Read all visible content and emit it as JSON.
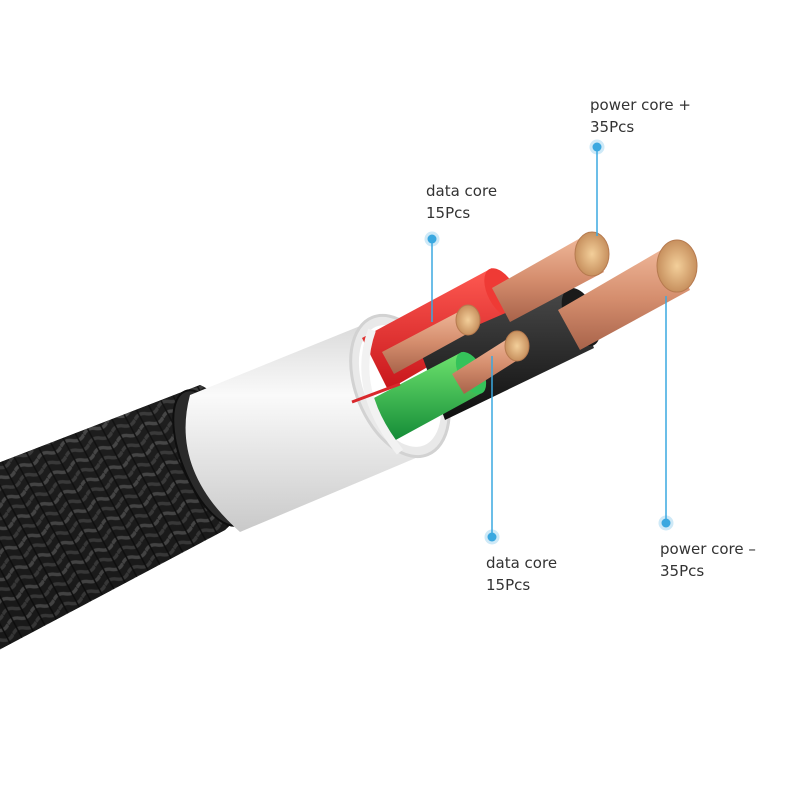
{
  "labels": {
    "power_plus": {
      "line1": "power core +",
      "line2": "35Pcs"
    },
    "data_top": {
      "line1": "data core",
      "line2": "15Pcs"
    },
    "data_bottom": {
      "line1": "data core",
      "line2": "15Pcs"
    },
    "power_minus": {
      "line1": "power core –",
      "line2": "35Pcs"
    }
  },
  "colors": {
    "braid": "#1b1b1b",
    "sleeve": "#eeeeee",
    "red_core": "#e8272b",
    "green_core": "#25b24a",
    "black_core": "#222222",
    "copper": "#d9977a",
    "leader": "#3aa8e0"
  }
}
